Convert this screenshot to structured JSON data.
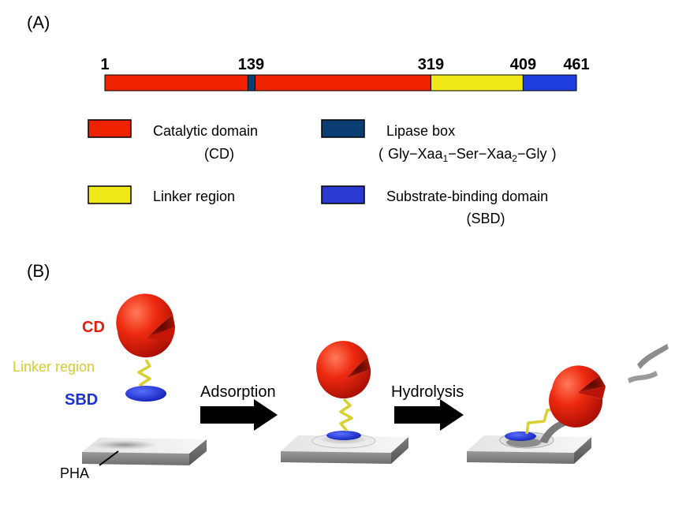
{
  "panel_a": {
    "label": "(A)",
    "bar": {
      "total_length": 461,
      "numbers": [
        "1",
        "139",
        "319",
        "409",
        "461"
      ],
      "segments": [
        {
          "name": "catalytic",
          "start": 1,
          "end": 319,
          "color": "#ee2200"
        },
        {
          "name": "linker",
          "start": 319,
          "end": 409,
          "color": "#f0e818"
        },
        {
          "name": "sbd",
          "start": 409,
          "end": 461,
          "color": "#1f3ee0"
        }
      ],
      "lipase_box": {
        "position": 139,
        "color": "#0a3e73"
      }
    },
    "legend": [
      {
        "swatch": "#ee2200",
        "line1": "Catalytic domain",
        "line2": "(CD)"
      },
      {
        "swatch": "#0a3e73",
        "line1": "Lipase box",
        "formula": {
          "open": "(",
          "a": "Gly−Xaa",
          "s1": "1",
          "b": "−Ser−Xaa",
          "s2": "2",
          "c": "−Gly",
          "close": ")"
        }
      },
      {
        "swatch": "#f0e818",
        "line1": "Linker region"
      },
      {
        "swatch": "#2a3ad0",
        "line1": "Substrate-binding domain",
        "line2": "(SBD)"
      }
    ]
  },
  "panel_b": {
    "label": "(B)",
    "labels": {
      "cd": "CD",
      "linker": "Linker region",
      "sbd": "SBD",
      "pha": "PHA",
      "step1": "Adsorption",
      "step2": "Hydrolysis"
    },
    "colors": {
      "cd": "#e02010",
      "linker": "#d8d030",
      "sbd": "#1c32d8"
    }
  }
}
